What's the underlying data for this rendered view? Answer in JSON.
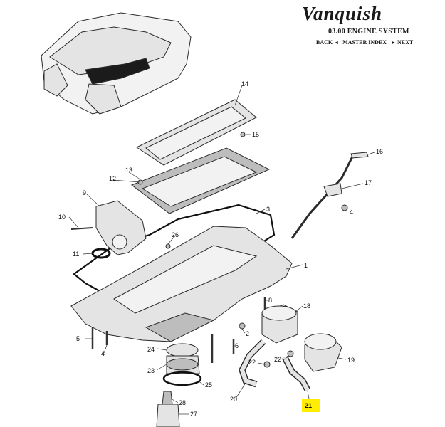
{
  "header": {
    "brand": "Vanquish",
    "section_title": "03.00 ENGINE SYSTEM",
    "nav": {
      "back": "BACK",
      "master_index": "MASTER INDEX",
      "next": "NEXT"
    }
  },
  "callouts": {
    "c1": "1",
    "c2": "2",
    "c3": "3",
    "c4a": "4",
    "c4b": "4",
    "c5": "5",
    "c6": "6",
    "c8": "8",
    "c9": "9",
    "c10": "10",
    "c11": "11",
    "c12": "12",
    "c13": "13",
    "c14": "14",
    "c15": "15",
    "c16": "16",
    "c17": "17",
    "c18": "18",
    "c19": "19",
    "c20": "20",
    "c21": "21",
    "c22a": "22",
    "c22b": "22",
    "c23": "23",
    "c24": "24",
    "c25": "25",
    "c26": "26",
    "c27": "27",
    "c28": "28"
  },
  "highlight": {
    "callout": "21",
    "color": "#ffee00"
  },
  "icons": {
    "back": "triangle-left",
    "next": "triangle-right"
  }
}
